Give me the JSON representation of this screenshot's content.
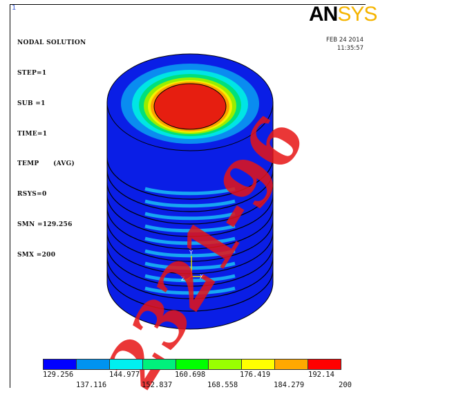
{
  "window": {
    "number": "1"
  },
  "info": {
    "lines": [
      "NODAL SOLUTION",
      "STEP=1",
      "SUB =1",
      "TIME=1",
      "TEMP      (AVG)",
      "RSYS=0",
      "SMN =129.256",
      "SMX =200"
    ]
  },
  "logo": {
    "an": "AN",
    "sys": "SYS"
  },
  "timestamp": {
    "date": "FEB 24 2014",
    "time": "11:35:57"
  },
  "axes": {
    "y": "Y",
    "x": "X",
    "z": "Z"
  },
  "legend": {
    "colors": [
      "#0000ff",
      "#0093f0",
      "#00f0f0",
      "#00f07c",
      "#00ff00",
      "#99ff00",
      "#ffff00",
      "#ffa800",
      "#ff0000"
    ],
    "top_labels": [
      "129.256",
      "144.977",
      "160.698",
      "176.419",
      "192.14"
    ],
    "bottom_labels": [
      "137.116",
      "152.837",
      "168.558",
      "184.279",
      "200"
    ]
  },
  "watermark": {
    "text": "2321-96"
  }
}
